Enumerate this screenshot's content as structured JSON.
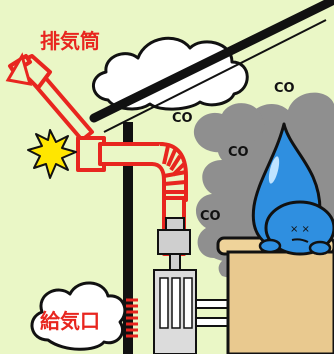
{
  "labels": {
    "exhaust_pipe": "排気筒",
    "air_intake": "給気口",
    "co_1": "CO",
    "co_2": "CO",
    "co_3": "CO",
    "co_4": "CO"
  },
  "colors": {
    "background": "#eaf7c6",
    "pipe_red": "#e8261f",
    "smoke_gray": "#8c8c8c",
    "drop_blue": "#2f8fe0",
    "tub": "#e9c98f"
  }
}
